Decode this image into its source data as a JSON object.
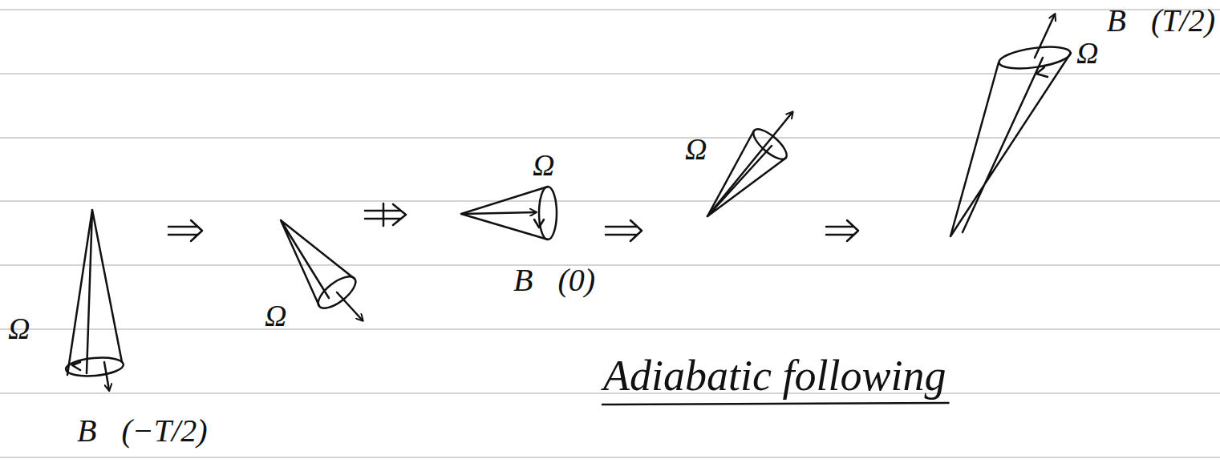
{
  "diagram": {
    "title": "Adiabatic following",
    "labels": [
      "B⃗(T/2)",
      "Ω⃗",
      "Ω⃗",
      "Ω⃗",
      "B⃗(0)",
      "Ω⃗",
      "Ω⃗",
      "B⃗(−T/2)"
    ]
  }
}
